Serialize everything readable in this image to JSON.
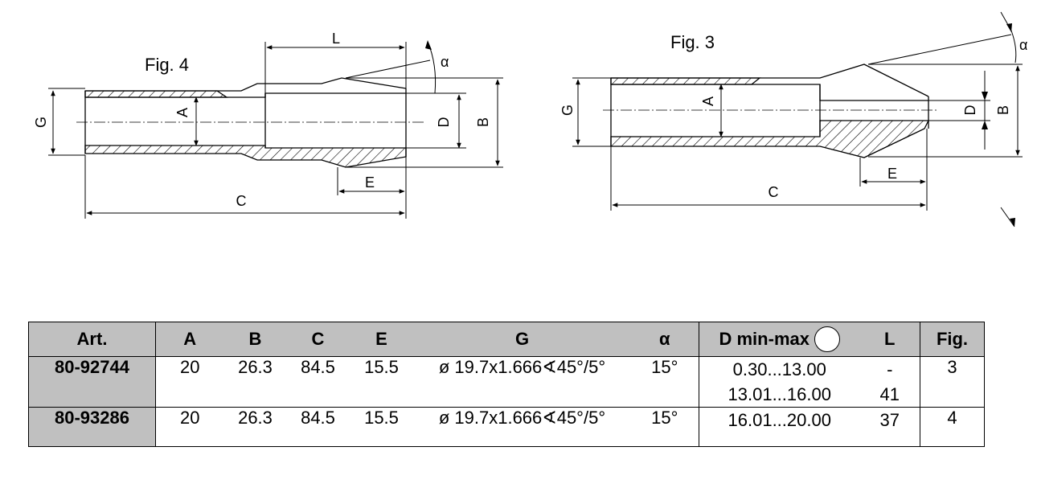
{
  "figures": {
    "fig4": {
      "caption": "Fig. 4",
      "dims": {
        "L": "L",
        "alpha": "α",
        "G": "G",
        "A": "A",
        "D": "D",
        "B": "B",
        "E": "E",
        "C": "C"
      }
    },
    "fig3": {
      "caption": "Fig. 3",
      "dims": {
        "alpha": "α",
        "G": "G",
        "A": "A",
        "D": "D",
        "B": "B",
        "E": "E",
        "C": "C"
      }
    }
  },
  "table": {
    "headers": {
      "art": "Art.",
      "a": "A",
      "b": "B",
      "c": "C",
      "e": "E",
      "g": "G",
      "alpha": "α",
      "d": "D min-max",
      "l": "L",
      "fig": "Fig."
    },
    "rows": [
      {
        "art": "80-92744",
        "a": "20",
        "b": "26.3",
        "c": "84.5",
        "e": "15.5",
        "g": "ø 19.7x1.666∢45°/5°",
        "alpha": "15°",
        "d": [
          "0.30...13.00",
          "13.01...16.00"
        ],
        "l": [
          "-",
          "41"
        ],
        "fig": "3"
      },
      {
        "art": "80-93286",
        "a": "20",
        "b": "26.3",
        "c": "84.5",
        "e": "15.5",
        "g": "ø 19.7x1.666∢45°/5°",
        "alpha": "15°",
        "d": [
          "16.01...20.00"
        ],
        "l": [
          "37"
        ],
        "fig": "4"
      }
    ]
  }
}
